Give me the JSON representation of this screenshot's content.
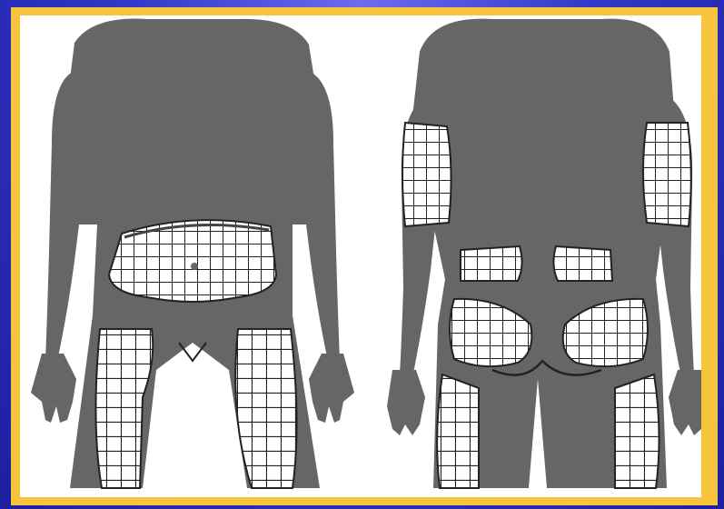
{
  "figure": {
    "colors": {
      "background": "#2a2dbf",
      "frame": "#f7c53d",
      "panel": "#ffffff",
      "body": "#666666",
      "grid_line": "#222222",
      "grid_fill": "#ffffff"
    },
    "views": [
      {
        "name": "front-view",
        "highlighted_regions": [
          "abdomen",
          "left-thigh",
          "right-thigh"
        ]
      },
      {
        "name": "back-view",
        "highlighted_regions": [
          "left-upper-arm",
          "right-upper-arm",
          "left-flank",
          "right-flank",
          "left-buttock",
          "right-buttock",
          "left-thigh",
          "right-thigh"
        ]
      }
    ]
  }
}
